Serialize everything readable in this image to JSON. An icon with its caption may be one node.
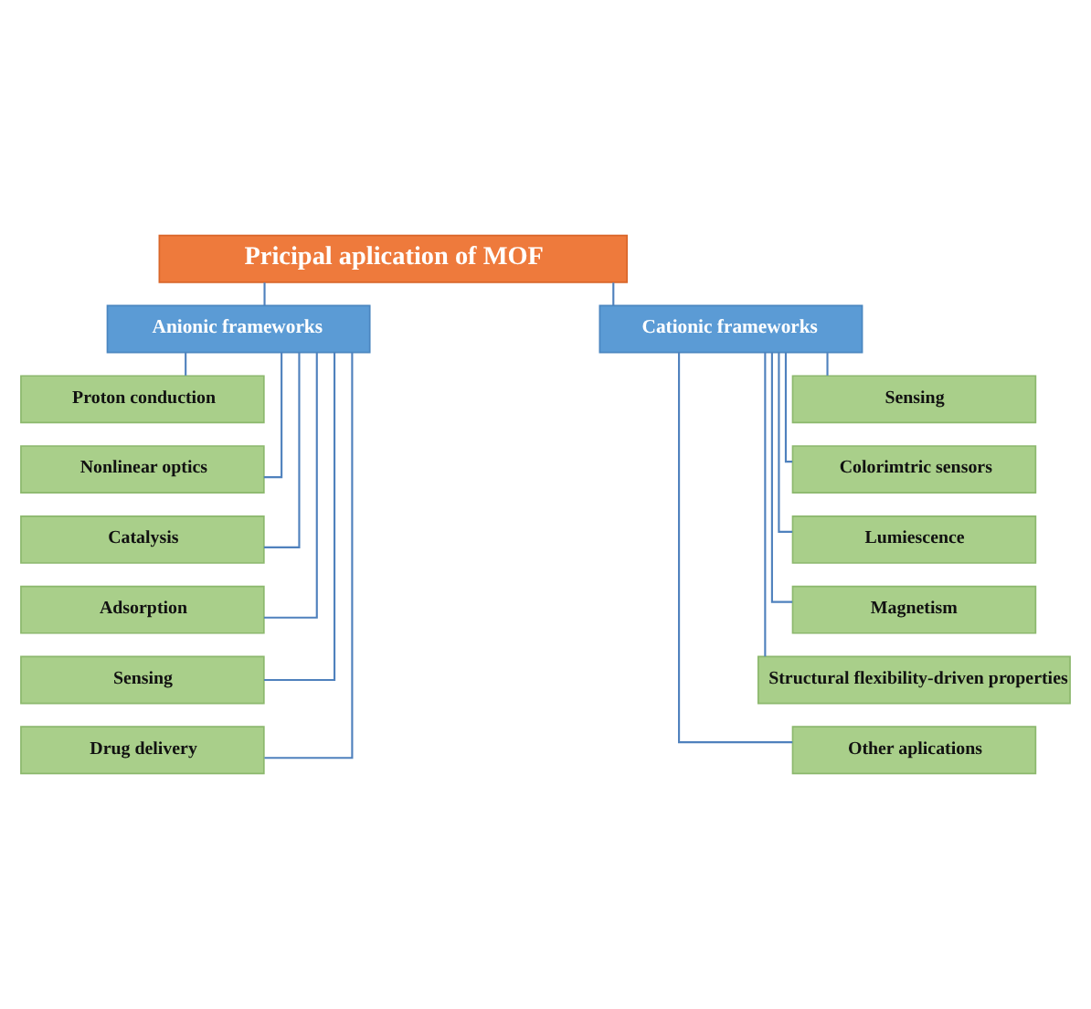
{
  "diagram": {
    "nodes": [
      {
        "text": [
          "Pricipal aplication of MOF"
        ]
      },
      {
        "text": [
          "Anionic frameworks"
        ]
      },
      {
        "text": [
          "Cationic frameworks"
        ]
      },
      {
        "text": [
          "Proton conduction"
        ]
      },
      {
        "text": [
          "Nonlinear optics"
        ]
      },
      {
        "text": [
          "Catalysis"
        ]
      },
      {
        "text": [
          "Adsorption"
        ]
      },
      {
        "text": [
          "Sensing"
        ]
      },
      {
        "text": [
          "Drug delivery"
        ]
      },
      {
        "text": [
          "Sensing"
        ]
      },
      {
        "text": [
          "Colorimtric sensors"
        ]
      },
      {
        "text": [
          "Lumiescence"
        ]
      },
      {
        "text": [
          "Magnetism"
        ]
      },
      {
        "text": [
          "Structural flexibility-driven properties"
        ]
      },
      {
        "text": [
          "Other aplications"
        ]
      }
    ],
    "edges": [
      {
        "from": 0,
        "to": 1,
        "arrow": "none"
      },
      {
        "from": 0,
        "to": 2,
        "arrow": "none"
      },
      {
        "from": 1,
        "to": 3,
        "arrow": "none"
      },
      {
        "from": 1,
        "to": 4,
        "arrow": "none"
      },
      {
        "from": 1,
        "to": 5,
        "arrow": "none"
      },
      {
        "from": 1,
        "to": 6,
        "arrow": "none"
      },
      {
        "from": 1,
        "to": 7,
        "arrow": "none"
      },
      {
        "from": 1,
        "to": 8,
        "arrow": "none"
      },
      {
        "from": 2,
        "to": 9,
        "arrow": "none"
      },
      {
        "from": 2,
        "to": 10,
        "arrow": "none"
      },
      {
        "from": 2,
        "to": 11,
        "arrow": "none"
      },
      {
        "from": 2,
        "to": 12,
        "arrow": "none"
      },
      {
        "from": 2,
        "to": 13,
        "arrow": "none"
      },
      {
        "from": 2,
        "to": 14,
        "arrow": "none"
      }
    ]
  }
}
